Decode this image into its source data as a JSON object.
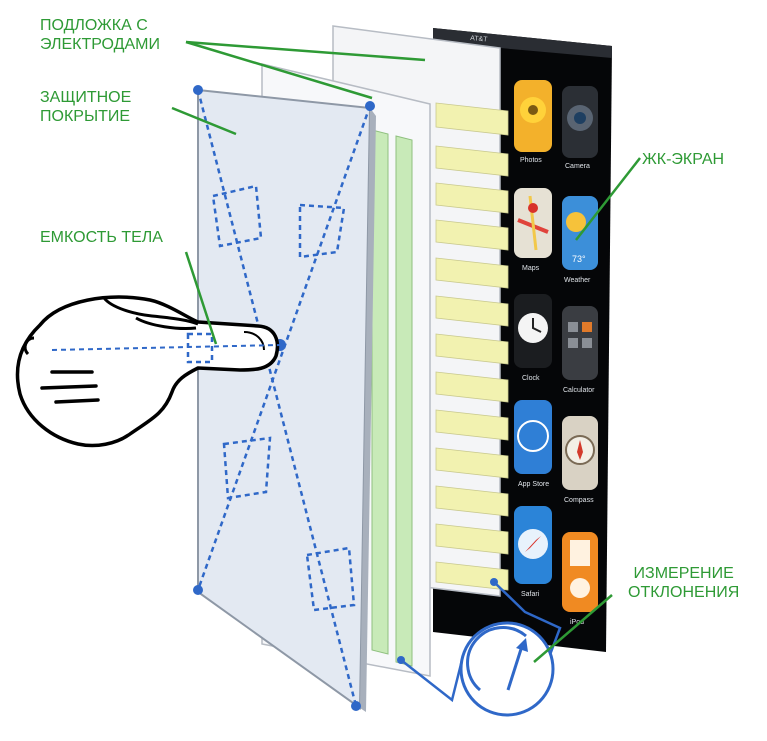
{
  "labels": {
    "substrate_line1": "ПОДЛОЖКА С",
    "substrate_line2": "ЭЛЕКТРОДАМИ",
    "coating_line1": "ЗАЩИТНОЕ",
    "coating_line2": "ПОКРЫТИЕ",
    "body_capacitance": "ЕМКОСТЬ ТЕЛА",
    "lcd_screen": "ЖК-ЭКРАН",
    "measure_line1": "ИЗМЕРЕНИЕ",
    "measure_line2": "ОТКЛОНЕНИЯ"
  },
  "phone": {
    "status_text": "AT&T",
    "apps": [
      "Photos",
      "Camera",
      "Maps",
      "Weather",
      "Clock",
      "Calculator",
      "App Store",
      "Compass",
      "Safari",
      "iPod"
    ],
    "weather_temp": "73°"
  },
  "colors": {
    "label_green": "#2e9a35",
    "electrode_blue": "#2f68c8",
    "sensor_strip_yellow": "#f2f2b0",
    "sensor_strip_green": "#c8eab8"
  }
}
